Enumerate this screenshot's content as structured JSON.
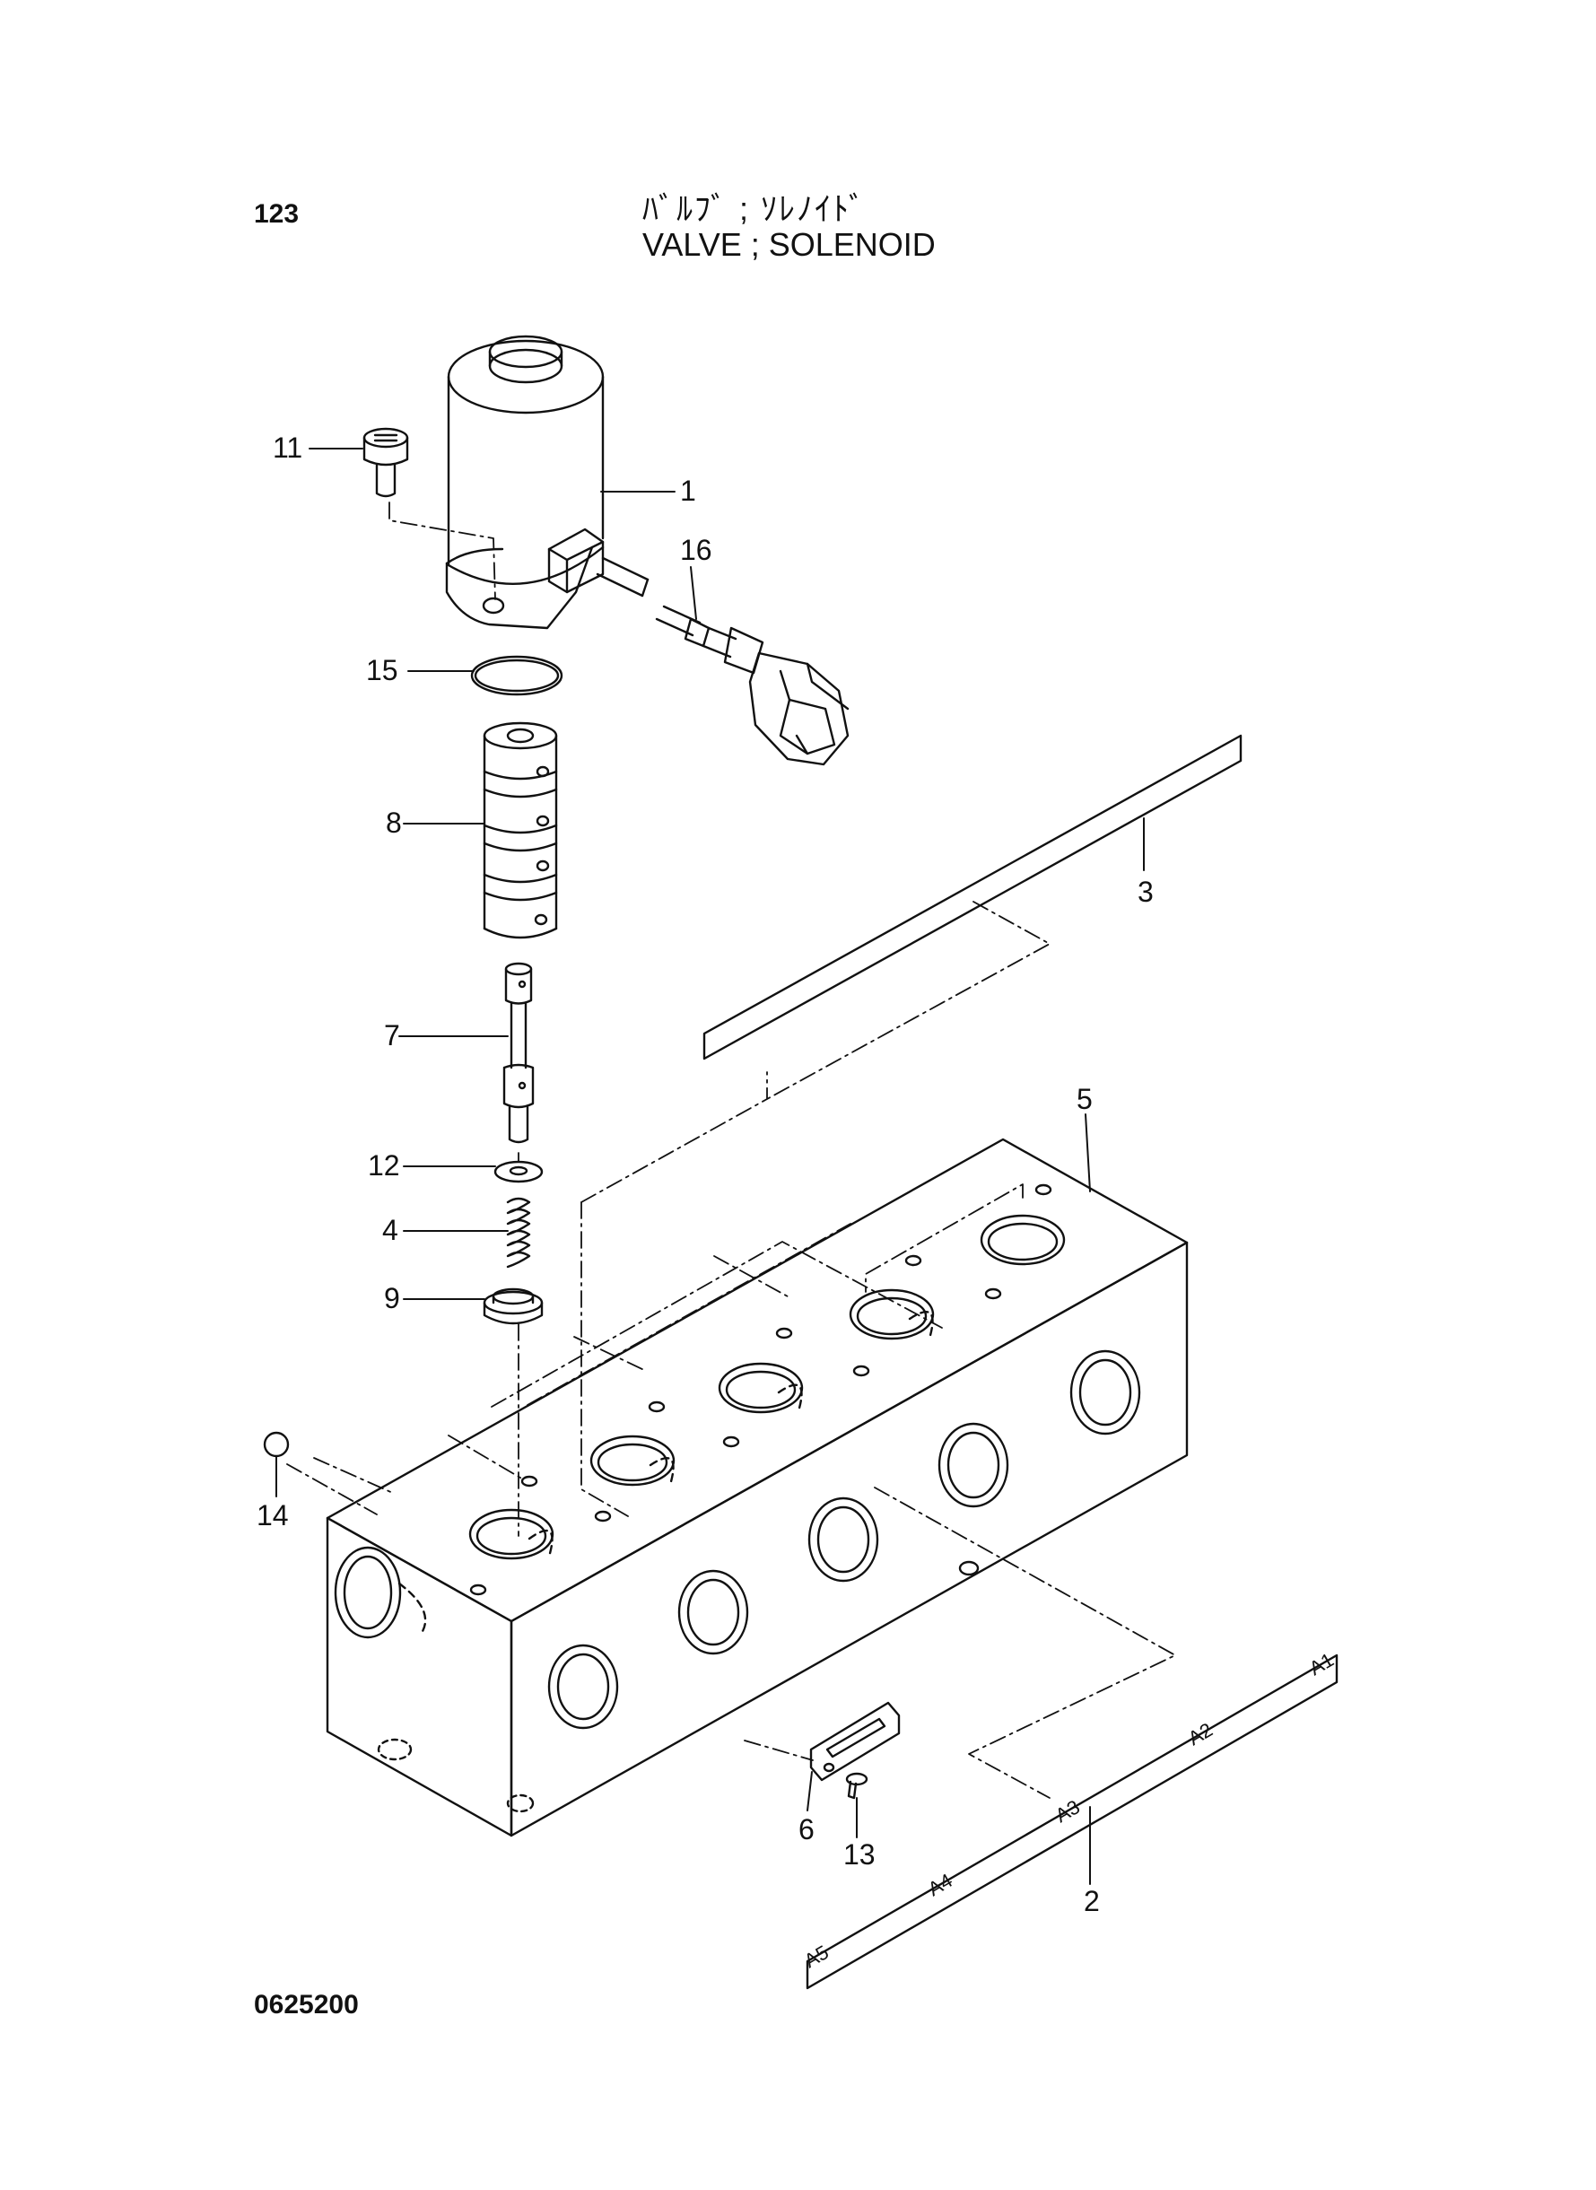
{
  "header": {
    "page_number": "123",
    "title_jp": "ﾊﾞﾙﾌﾞ ; ｿﾚﾉｲﾄﾞ",
    "title_en": "VALVE ; SOLENOID"
  },
  "footer": {
    "drawing_number": "0625200"
  },
  "callouts": {
    "c1": "1",
    "c2": "2",
    "c3": "3",
    "c4": "4",
    "c5": "5",
    "c6": "6",
    "c7": "7",
    "c8": "8",
    "c9": "9",
    "c11": "11",
    "c12": "12",
    "c13": "13",
    "c14": "14",
    "c15": "15",
    "c16": "16"
  },
  "plate_tags": {
    "a1": "A1",
    "a2": "A2",
    "a3": "A3",
    "a4": "A4",
    "a5": "A5"
  }
}
